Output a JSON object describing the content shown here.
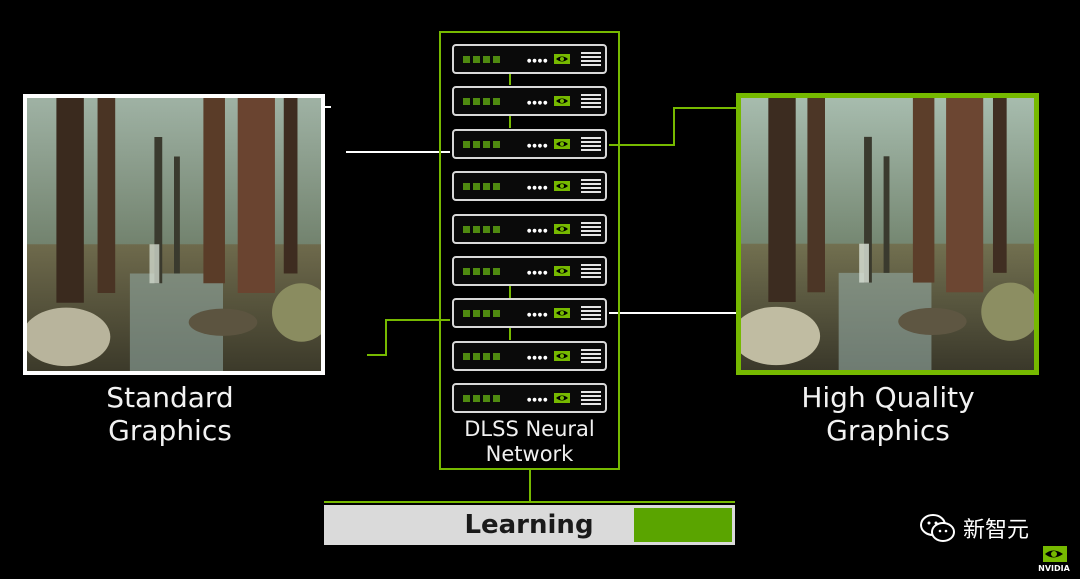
{
  "left_panel": {
    "caption_line1": "Standard",
    "caption_line2": "Graphics",
    "border_color": "#ffffff"
  },
  "right_panel": {
    "caption_line1": "High Quality",
    "caption_line2": "Graphics",
    "border_color": "#76b900"
  },
  "network": {
    "label_line1": "DLSS Neural",
    "label_line2": "Network",
    "server_count": 9,
    "accent": "#76b900"
  },
  "learning_bar": {
    "label": "Learning",
    "progress": 0.24,
    "fill_color": "#5aa400"
  },
  "watermark": {
    "icon": "wechat-icon",
    "text": "新智元"
  },
  "brand": {
    "icon": "nvidia-eye-icon",
    "text": "NVIDIA"
  }
}
